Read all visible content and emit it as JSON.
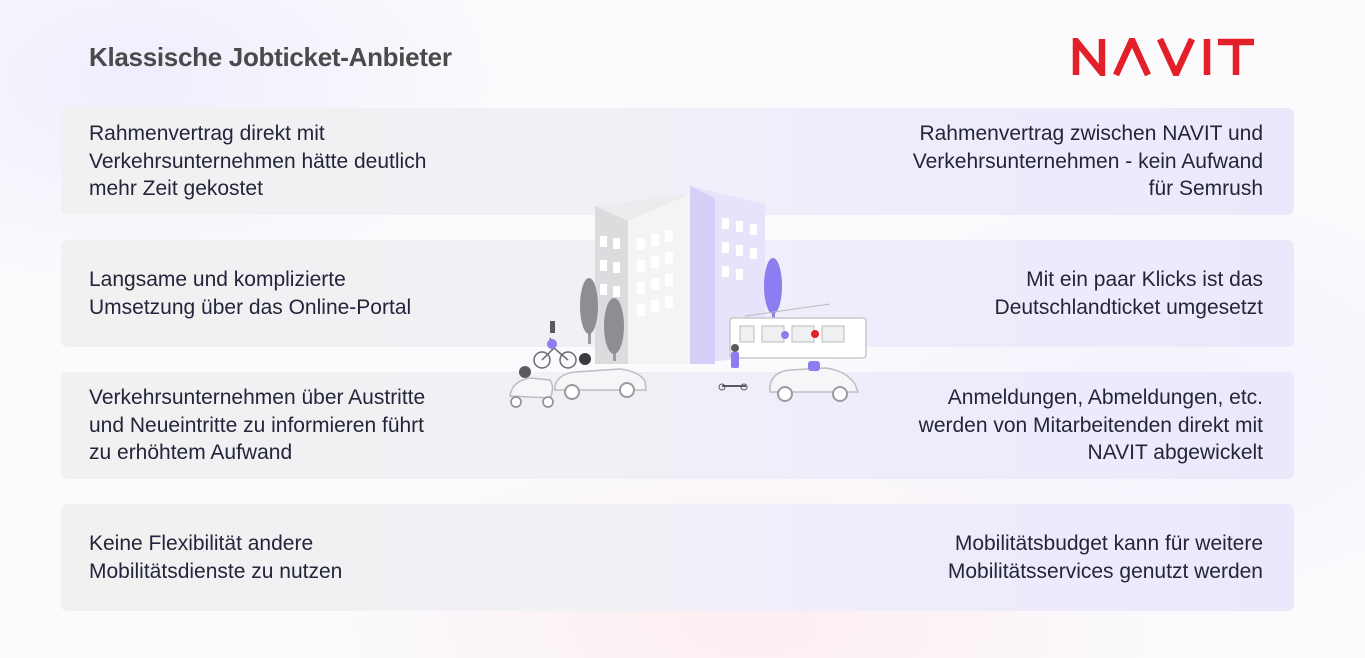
{
  "header": {
    "title": "Klassische Jobticket-Anbieter",
    "logo_text": "NAVIT"
  },
  "comparison": [
    {
      "left": "Rahmenvertrag direkt mit\nVerkehrsunternehmen hätte deutlich\nmehr Zeit gekostet",
      "right": "Rahmenvertrag zwischen NAVIT und\nVerkehrsunternehmen - kein Aufwand\nfür Semrush"
    },
    {
      "left": "Langsame und komplizierte\nUmsetzung über das Online-Portal",
      "right": "Mit ein paar Klicks ist das\nDeutschlandticket umgesetzt"
    },
    {
      "left": "Verkehrsunternehmen über Austritte\nund Neueintritte zu informieren führt\nzu erhöhtem Aufwand",
      "right": "Anmeldungen, Abmeldungen, etc.\nwerden von Mitarbeitenden direkt mit\nNAVIT abgewickelt"
    },
    {
      "left": "Keine Flexibilität andere\nMobilitätsdienste zu nutzen",
      "right": "Mobilitätsbudget kann für weitere\nMobilitätsservices genutzt werden"
    }
  ],
  "colors": {
    "brand_red": "#e3202a",
    "accent_purple": "#8a7ef0",
    "text_dark": "#23253a",
    "title_gray": "#4a4a4a"
  },
  "illustration": {
    "icon": "city-mobility-illustration"
  }
}
